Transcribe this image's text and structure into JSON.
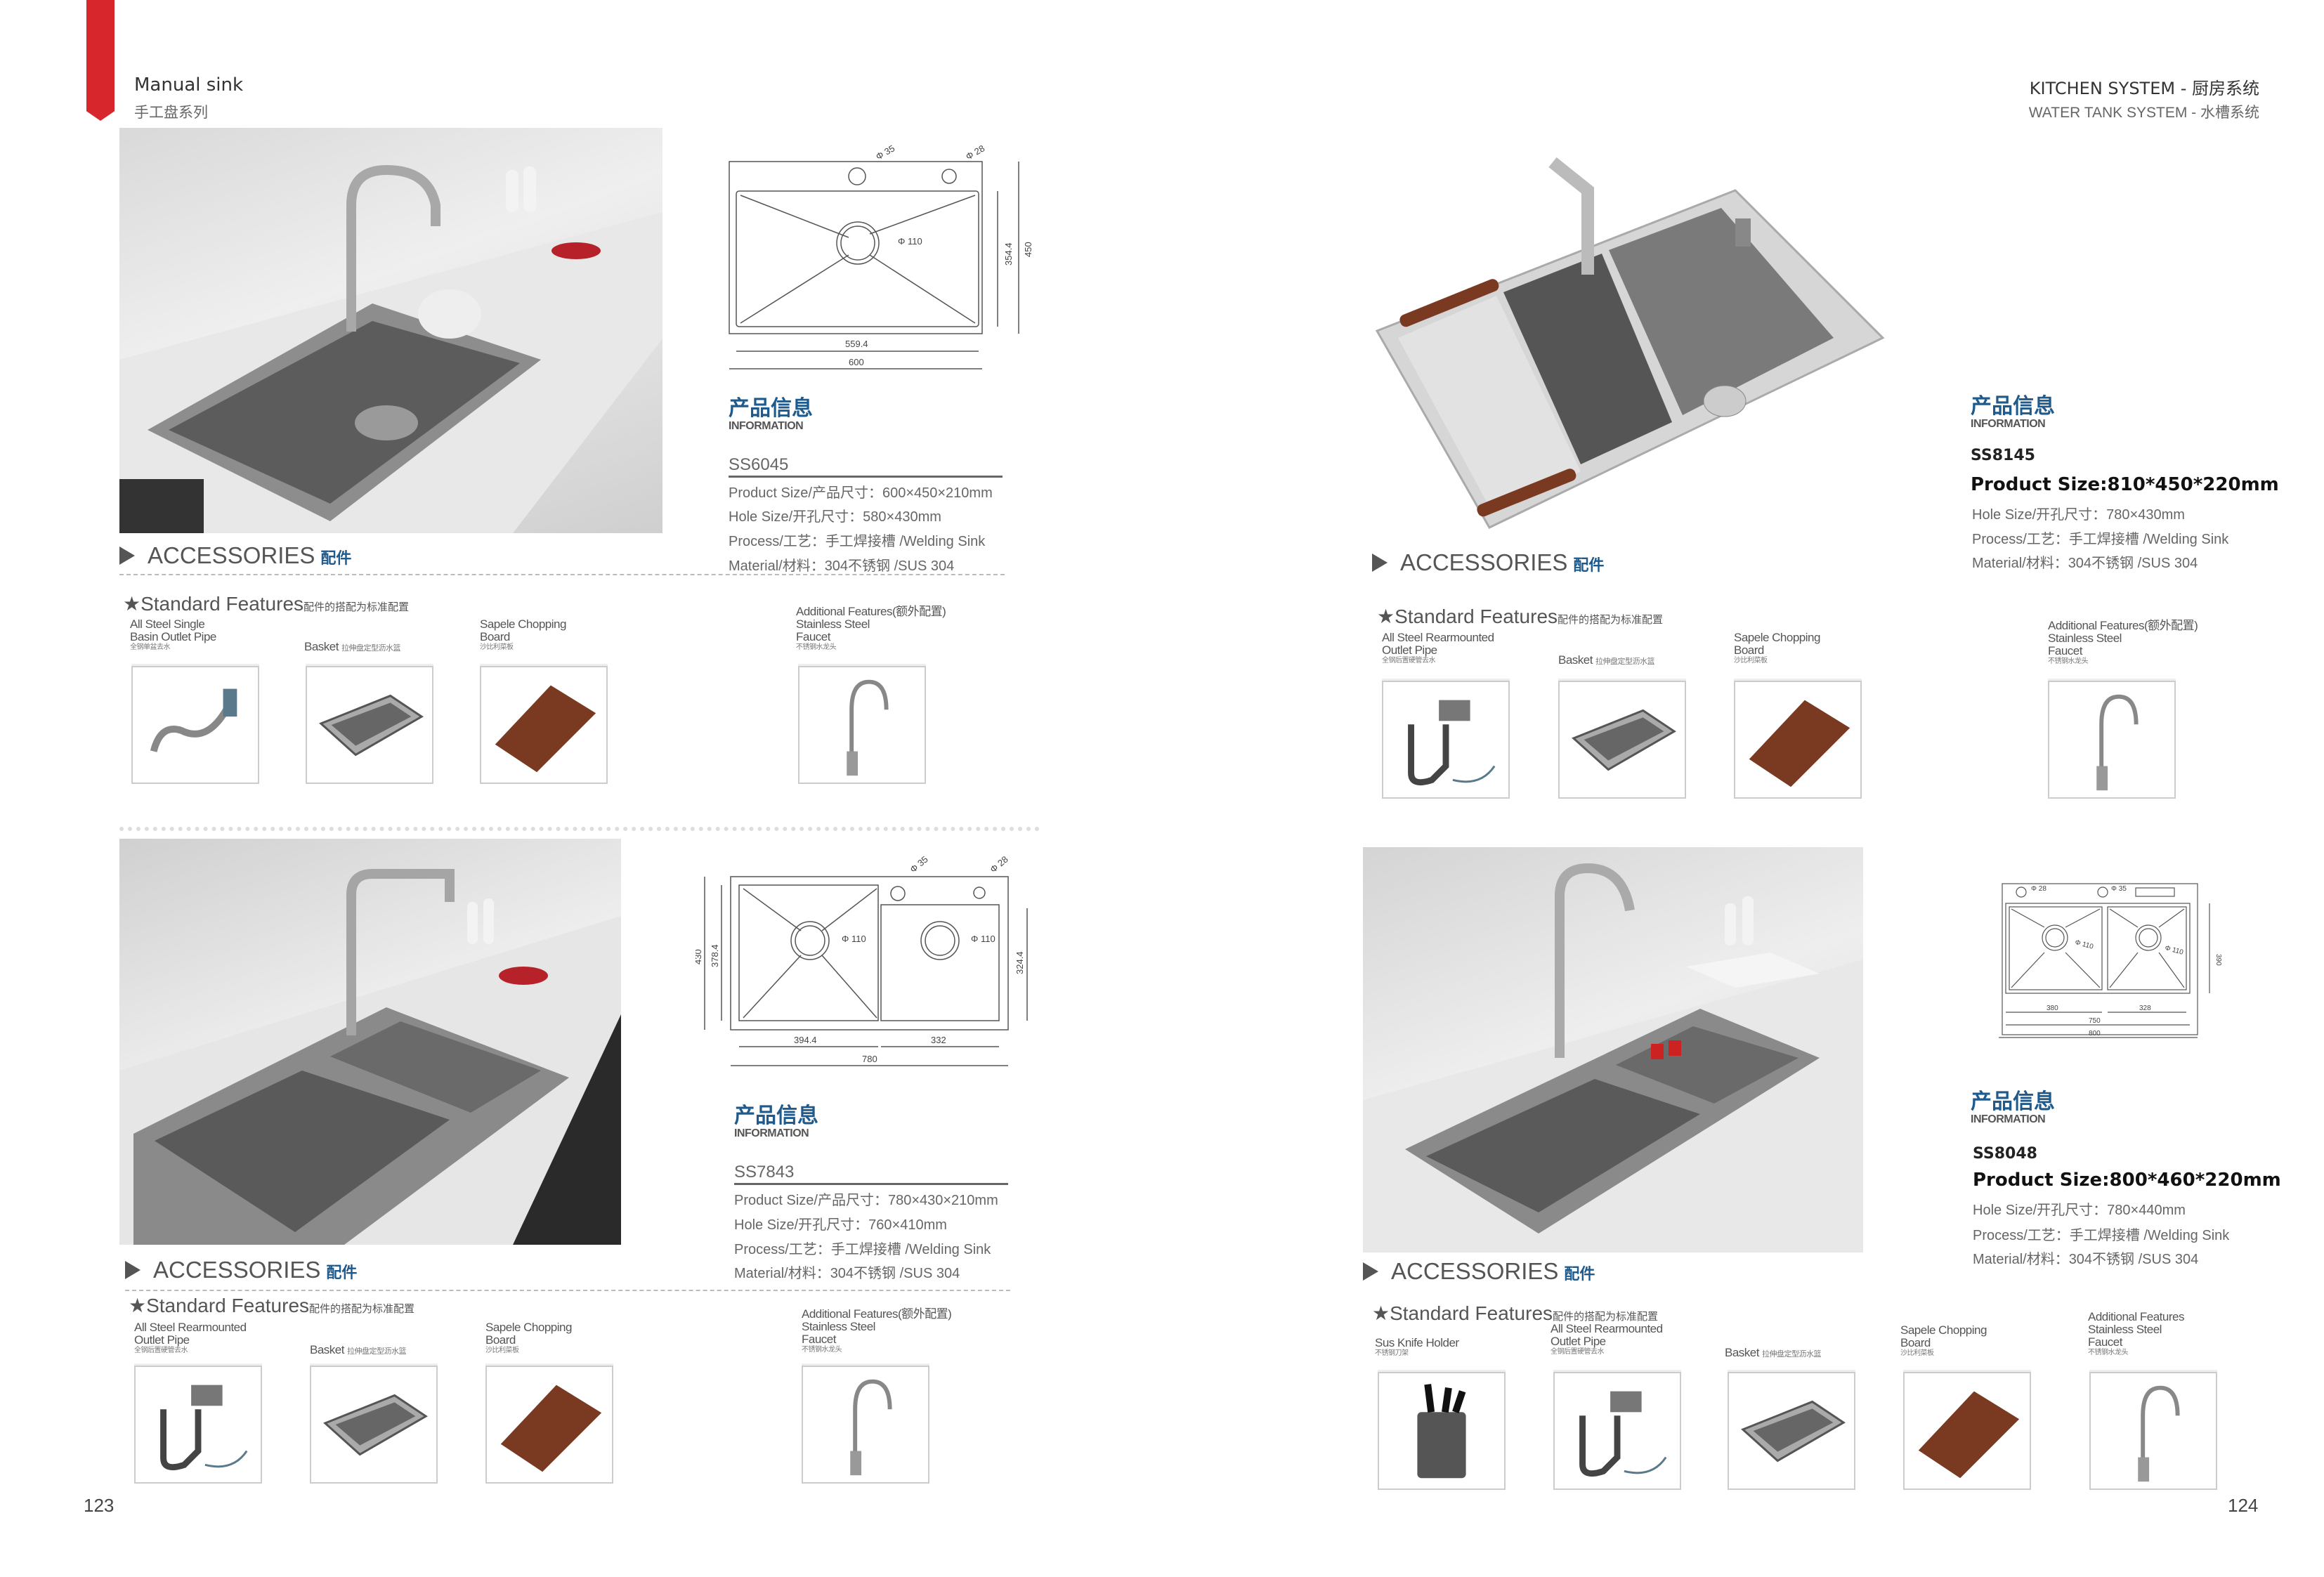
{
  "left_header": {
    "title": "Manual sink",
    "subtitle": "手工盘系列"
  },
  "right_header": {
    "title": "KITCHEN SYSTEM - 厨房系统",
    "subtitle": "WATER TANK SYSTEM - 水槽系统"
  },
  "info_title": "产品信息",
  "info_sub": "INFORMATION",
  "accessories": {
    "en": "ACCESSORIES",
    "cn": "配件"
  },
  "standard_features": {
    "en": "★Standard Features",
    "cn": "配件的搭配为标准配置"
  },
  "products": [
    {
      "model": "SS6045",
      "specs": [
        "Product Size/产品尺寸：600×450×210mm",
        "Hole Size/开孔尺寸：580×430mm",
        "Process/工艺：手工焊接槽 /Welding Sink",
        "Material/材料：304不锈钢 /SUS 304"
      ],
      "drawing": {
        "hole1": "Φ 35",
        "hole2": "Φ 28",
        "drain": "Φ 110",
        "inner_w": "559.4",
        "outer_w": "600",
        "inner_h": "354.4",
        "outer_h": "450"
      },
      "items": [
        {
          "en": "All Steel Single\nBasin Outlet Pipe",
          "cn": "全钢单盆去水"
        },
        {
          "en": "Basket",
          "cn": "拉伸盘定型沥水篮"
        },
        {
          "en": "Sapele Chopping\nBoard",
          "cn": "沙比利菜板"
        },
        {
          "en": "Additional Features(额外配置)\nStainless Steel\nFaucet",
          "cn": "不锈钢水龙头"
        }
      ]
    },
    {
      "model": "SS7843",
      "specs": [
        "Product Size/产品尺寸：780×430×210mm",
        "Hole Size/开孔尺寸：760×410mm",
        "Process/工艺：手工焊接槽 /Welding Sink",
        "Material/材料：304不锈钢 /SUS 304"
      ],
      "drawing": {
        "hole1": "Φ 35",
        "hole2": "Φ 28",
        "drain1": "Φ 110",
        "drain2": "Φ 110",
        "outer_h": "430",
        "left_h": "378.4",
        "right_h": "324.4",
        "left_w": "394.4",
        "right_w": "332",
        "outer_w": "780"
      },
      "items": [
        {
          "en": "All Steel Rearmounted\nOutlet Pipe",
          "cn": "全钢后置硬管去水"
        },
        {
          "en": "Basket",
          "cn": "拉伸盘定型沥水篮"
        },
        {
          "en": "Sapele Chopping\nBoard",
          "cn": "沙比利菜板"
        },
        {
          "en": "Additional Features(额外配置)\nStainless Steel\nFaucet",
          "cn": "不锈钢水龙头"
        }
      ]
    },
    {
      "model": "SS8145",
      "size": "Product Size:810*450*220mm",
      "specs": [
        "Hole Size/开孔尺寸：780×430mm",
        "Process/工艺：手工焊接槽 /Welding Sink",
        "Material/材料：304不锈钢 /SUS 304"
      ],
      "items": [
        {
          "en": "All Steel Rearmounted\nOutlet Pipe",
          "cn": "全钢后置硬管去水"
        },
        {
          "en": "Basket",
          "cn": "拉伸盘定型沥水篮"
        },
        {
          "en": "Sapele Chopping\nBoard",
          "cn": "沙比利菜板"
        },
        {
          "en": "Additional Features(额外配置)\nStainless Steel\nFaucet",
          "cn": "不锈钢水龙头"
        }
      ]
    },
    {
      "model": "SS8048",
      "size": "Product Size:800*460*220mm",
      "specs": [
        "Hole Size/开孔尺寸：780×440mm",
        "Process/工艺：手工焊接槽 /Welding Sink",
        "Material/材料：304不锈钢 /SUS 304"
      ],
      "drawing": {
        "hole1": "Φ 28",
        "hole2": "Φ 35",
        "drain1": "Φ 110",
        "drain2": "Φ 110",
        "left_w": "380",
        "right_w": "328",
        "inner_w": "750",
        "outer_w": "800",
        "h": "390"
      },
      "items": [
        {
          "en": "Sus Knife Holder",
          "cn": "不锈钢刀架"
        },
        {
          "en": "All Steel Rearmounted\nOutlet Pipe",
          "cn": "全钢后置硬管去水"
        },
        {
          "en": "Basket",
          "cn": "拉伸盘定型沥水篮"
        },
        {
          "en": "Sapele Chopping\nBoard",
          "cn": "沙比利菜板"
        },
        {
          "en": "Additional Features\nStainless Steel\nFaucet",
          "cn": "不锈钢水龙头"
        }
      ]
    }
  ],
  "page_numbers": {
    "left": "123",
    "right": "124"
  },
  "colors": {
    "accent_red": "#d8262d",
    "info_blue": "#1f5a8c",
    "wood": "#7a3a22"
  }
}
